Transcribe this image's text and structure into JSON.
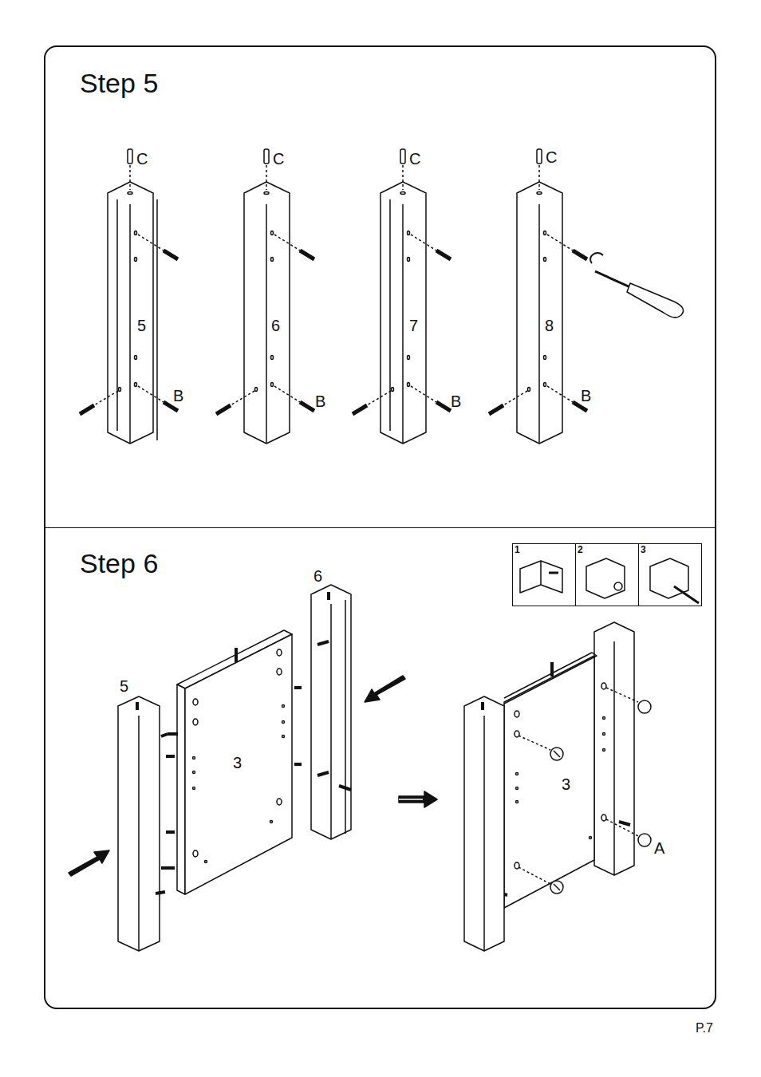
{
  "diagram": {
    "nodes": [
      {
        "text": [
          "Step 5"
        ]
      },
      {
        "text": [
          "Step 6"
        ]
      },
      {
        "text": [
          "1"
        ],
        "in": 1
      },
      {
        "text": [
          "2"
        ],
        "in": 1
      },
      {
        "text": [
          "3"
        ],
        "in": 1
      }
    ],
    "labels": [
      "C",
      "C",
      "C",
      "C",
      "5",
      "6",
      "7",
      "8",
      "B",
      "B",
      "B",
      "B",
      "6",
      "5",
      "3",
      "3",
      "A",
      "P.7"
    ]
  }
}
